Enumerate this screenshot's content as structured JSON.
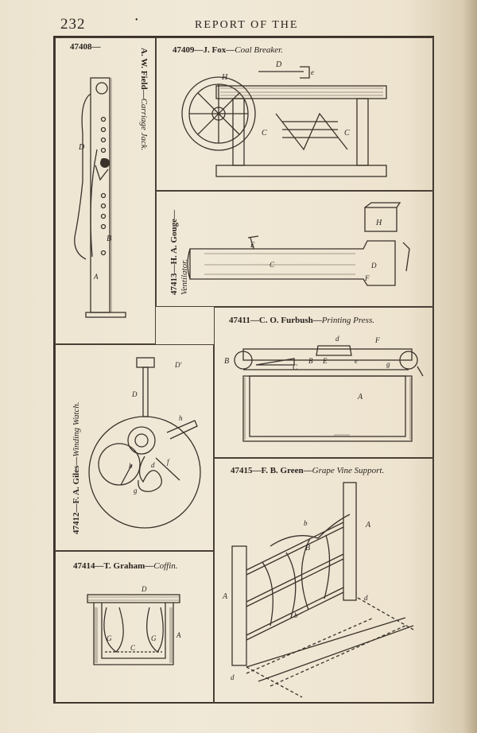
{
  "page": {
    "number": "232",
    "running_head": "REPORT OF THE"
  },
  "figures": [
    {
      "id": "field",
      "number": "47408—",
      "name": "A. W. Field—",
      "title": "Carriage Jack."
    },
    {
      "id": "fox",
      "number": "47409",
      "name": "—J. Fox—",
      "title": "Coal Breaker."
    },
    {
      "id": "gouge",
      "number": "47413—H. A. Gouge—",
      "title": "Ventilator."
    },
    {
      "id": "furbush",
      "number": "47411",
      "name": "—C. O. Furbush—",
      "title": "Printing Press."
    },
    {
      "id": "giles",
      "number": "47412—F. A. Giles—",
      "title": "Winding Watch."
    },
    {
      "id": "green",
      "number": "47415",
      "name": "—F. B. Green—",
      "title": "Grape Vine Support."
    },
    {
      "id": "graham",
      "number": "47414",
      "name": "—T. Graham—",
      "title": "Coffin."
    }
  ]
}
